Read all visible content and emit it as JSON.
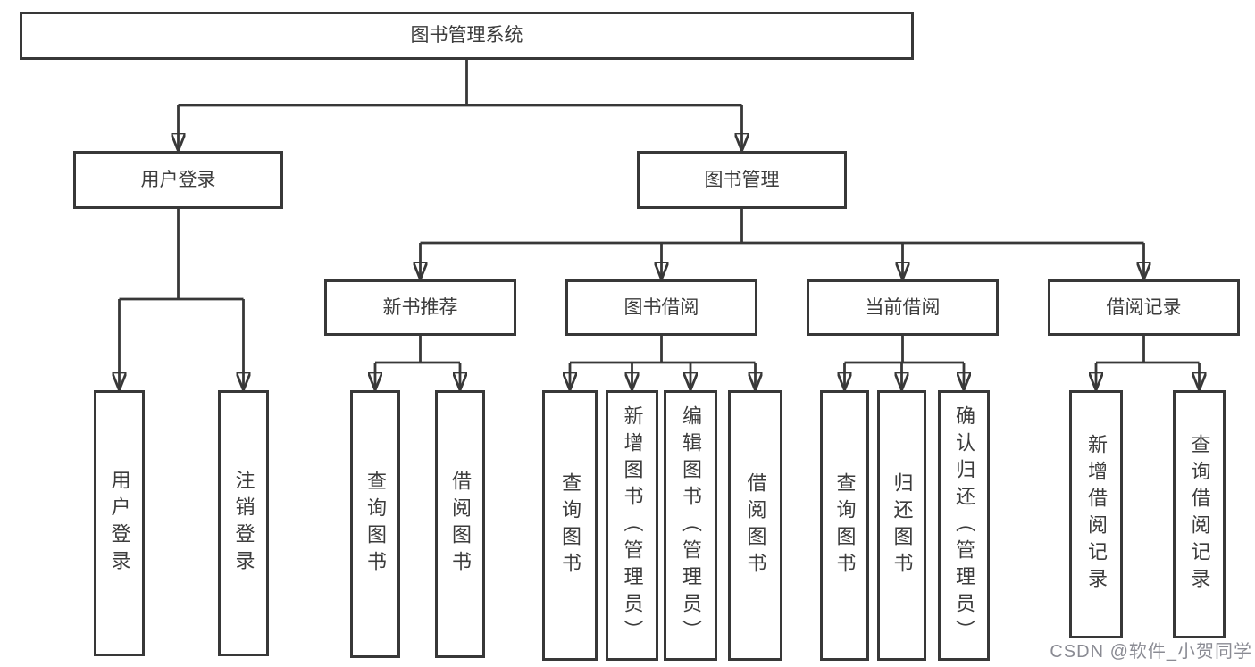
{
  "diagram": {
    "root": {
      "label": "图书管理系统"
    },
    "branches": [
      {
        "label": "用户登录",
        "children": [
          {
            "label": "用户登录"
          },
          {
            "label": "注销登录"
          }
        ]
      },
      {
        "label": "图书管理",
        "children": [
          {
            "label": "新书推荐",
            "children": [
              {
                "label": "查询图书"
              },
              {
                "label": "借阅图书"
              }
            ]
          },
          {
            "label": "图书借阅",
            "children": [
              {
                "label": "查询图书"
              },
              {
                "label": "新增图书（管理员）"
              },
              {
                "label": "编辑图书（管理员）"
              },
              {
                "label": "借阅图书"
              }
            ]
          },
          {
            "label": "当前借阅",
            "children": [
              {
                "label": "查询图书"
              },
              {
                "label": "归还图书"
              },
              {
                "label": "确认归还（管理员）"
              }
            ]
          },
          {
            "label": "借阅记录",
            "children": [
              {
                "label": "新增借阅记录"
              },
              {
                "label": "查询借阅记录"
              }
            ]
          }
        ]
      }
    ]
  },
  "watermark": {
    "text": "CSDN @软件_小贺同学"
  },
  "colors": {
    "line": "#383838",
    "text": "#3c3c3c",
    "background": "#ffffff",
    "watermark": "#80818a"
  }
}
